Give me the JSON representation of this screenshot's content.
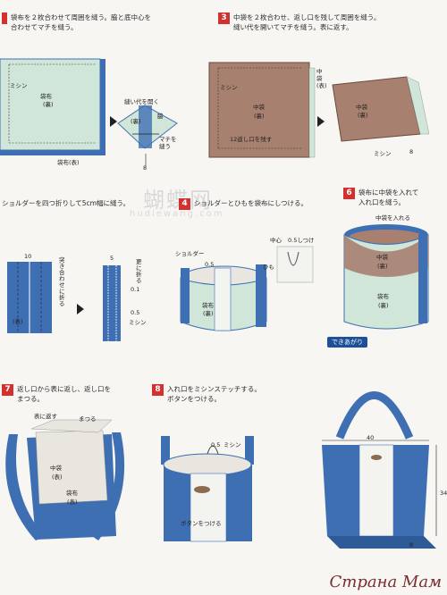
{
  "steps": [
    {
      "n": "",
      "text": "袋布を２枚合わせて周囲を縫う。脇と底中心を\n合わせてマチを縫う。"
    },
    {
      "n": "3",
      "text": "中袋を２枚合わせ、返し口を残して周囲を縫う。\n縫い代を開いてマチを縫う。表に返す。"
    },
    {
      "n": "",
      "text": "ショルダーを四つ折りして5cm幅に縫う。"
    },
    {
      "n": "4",
      "text": "ショルダーとひもを袋布にしつける。"
    },
    {
      "n": "6",
      "text": "袋布に中袋を入れて\n入れ口を縫う。"
    },
    {
      "n": "7",
      "text": "返し口から表に返し、返し口を\nまつる。"
    },
    {
      "n": "8",
      "text": "入れ口をミシンステッチする。\nボタンをつける。"
    }
  ],
  "labels": {
    "s1_mishin": "ミシン",
    "s1_fukuro": "袋布",
    "s1_ura": "(裏)",
    "s1_omote": "袋布(表)",
    "s1_open": "縫い代を開く",
    "s1_ura2": "(裏)",
    "s1_waki": "脇",
    "s1_machi": "マチを\n縫う",
    "s1_8": "8",
    "s3_mishin": "ミシン",
    "s3_naka": "中袋",
    "s3_ura": "(裏)",
    "s3_omote": "中\n袋\n(表)",
    "s3_kaeshi": "12返し口を残す",
    "s3_naka2": "中袋",
    "s3_ura2": "(裏)",
    "s3_mishin2": "ミシン",
    "s3_8": "8",
    "s5_10": "10",
    "s5_fold": "突\nき\n合\nわ\nせ\nに\n折\nる",
    "s5_omote": "(表)",
    "s5_5": "5",
    "s5_more": "更\nに\n折\nる",
    "s5_01": "0.1",
    "s5_05": "0.5",
    "s5_mishin": "ミシン",
    "s4_shoulder": "ショルダー",
    "s4_05": "0.5",
    "s4_fukuro": "袋布",
    "s4_ura": "(裏)",
    "s4_naka": "中心",
    "s4_05b": "0.5しつけ",
    "s4_himo": "ひも",
    "s6_ireru": "中袋を入れる",
    "s6_naka": "中袋",
    "s6_ura": "(裏)",
    "s6_fukuro": "袋布",
    "s6_ura2": "(裏)",
    "s7_omote": "表に返す",
    "s7_matsuru": "まつる",
    "s7_naka": "中袋",
    "s7_ura": "(表)",
    "s7_fukuro": "袋布",
    "s7_omote2": "(表)",
    "s8_05": "0.5",
    "s8_mishin": "ミシン",
    "s8_button": "ボタンをつける",
    "done": "できあがり",
    "d_40": "40",
    "d_34": "34",
    "d_8": "8",
    "watermark": "蝴蝶网",
    "watermark2": "hudiewang.com",
    "site": "Страна Мам"
  }
}
